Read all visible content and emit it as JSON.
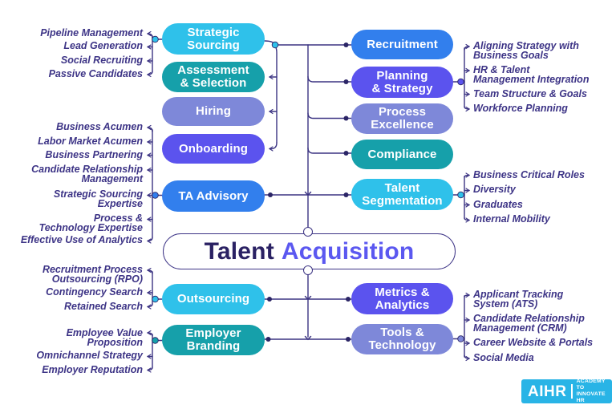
{
  "title": {
    "part1": "Talent",
    "part2": "Acquisition"
  },
  "nodes": {
    "left": [
      {
        "id": "strategic-sourcing",
        "label": "Strategic\nSourcing",
        "color": "cyan"
      },
      {
        "id": "assessment-selection",
        "label": "Assessment\n& Selection",
        "color": "teal"
      },
      {
        "id": "hiring",
        "label": "Hiring",
        "color": "periwinkle"
      },
      {
        "id": "onboarding",
        "label": "Onboarding",
        "color": "violet"
      },
      {
        "id": "ta-advisory",
        "label": "TA Advisory",
        "color": "blue"
      },
      {
        "id": "outsourcing",
        "label": "Outsourcing",
        "color": "cyan"
      },
      {
        "id": "employer-branding",
        "label": "Employer\nBranding",
        "color": "teal"
      }
    ],
    "right": [
      {
        "id": "recruitment",
        "label": "Recruitment",
        "color": "blue"
      },
      {
        "id": "planning-strategy",
        "label": "Planning\n& Strategy",
        "color": "violet"
      },
      {
        "id": "process-excellence",
        "label": "Process\nExcellence",
        "color": "periwinkle"
      },
      {
        "id": "compliance",
        "label": "Compliance",
        "color": "teal"
      },
      {
        "id": "talent-segmentation",
        "label": "Talent\nSegmentation",
        "color": "cyan"
      },
      {
        "id": "metrics-analytics",
        "label": "Metrics &\nAnalytics",
        "color": "violet"
      },
      {
        "id": "tools-technology",
        "label": "Tools &\nTechnology",
        "color": "periwinkle"
      }
    ]
  },
  "labels": {
    "strategic_sourcing": [
      "Pipeline Management",
      "Lead Generation",
      "Social Recruiting",
      "Passive Candidates"
    ],
    "ta_advisory": [
      "Business Acumen",
      "Labor Market Acumen",
      "Business Partnering",
      "Candidate Relationship\nManagement",
      "Strategic Sourcing\nExpertise",
      "Process &\nTechnology Expertise",
      "Effective Use of Analytics"
    ],
    "outsourcing": [
      "Recruitment Process\nOutsourcing (RPO)",
      "Contingency Search",
      "Retained Search"
    ],
    "employer_branding": [
      "Employee Value\nProposition",
      "Omnichannel Strategy",
      "Employer Reputation"
    ],
    "planning_strategy": [
      "Aligning Strategy with\nBusiness Goals",
      "HR & Talent\nManagement Integration",
      "Team Structure & Goals",
      "Workforce Planning"
    ],
    "talent_segmentation": [
      "Business Critical Roles",
      "Diversity",
      "Graduates",
      "Internal Mobility"
    ],
    "tools_technology": [
      "Applicant Tracking\nSystem (ATS)",
      "Candidate Relationship\nManagement (CRM)",
      "Career Website & Portals",
      "Social Media"
    ]
  },
  "logo": {
    "brand": "AIHR",
    "tagline_line1": "ACADEMY TO",
    "tagline_line2": "INNOVATE HR"
  },
  "colors": {
    "cyan": "#2fc1ea",
    "teal": "#16a0aa",
    "periwinkle": "#7e88d9",
    "violet": "#5b53ee",
    "blue": "#327fed",
    "connector": "#3b3382",
    "dot": "#2b2566",
    "title_dark": "#2a2163",
    "title_accent": "#5b58f0",
    "label_text": "#3d3486",
    "logo_bg": "#29b4e6",
    "background": "#ffffff"
  }
}
